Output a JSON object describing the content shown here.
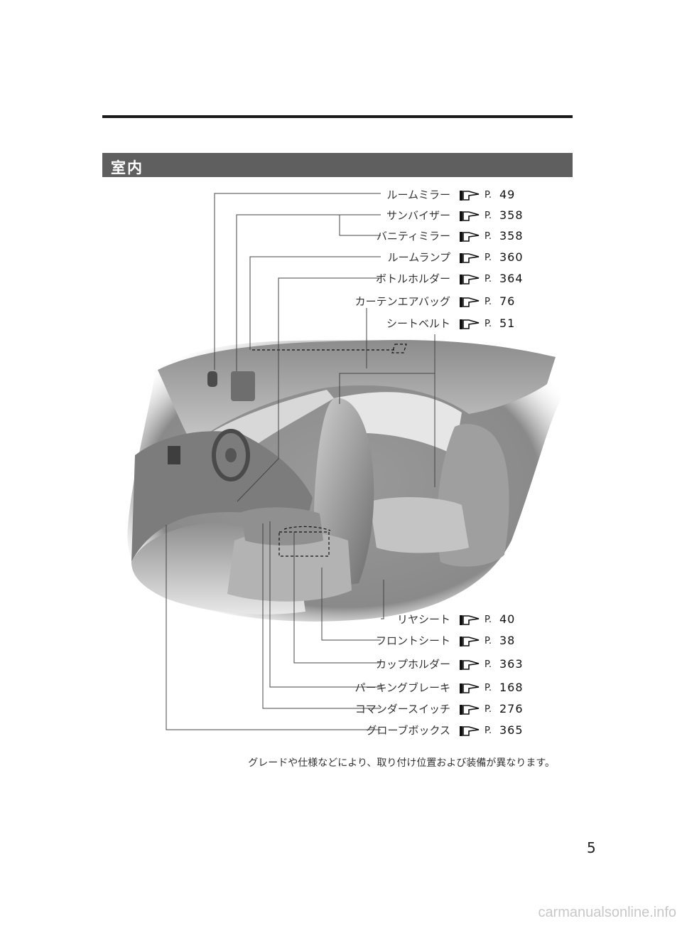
{
  "section": {
    "title": "室内"
  },
  "callouts_top": [
    {
      "label": "ルームミラー",
      "p": "P.",
      "page": "49"
    },
    {
      "label": "サンバイザー",
      "p": "P.",
      "page": "358"
    },
    {
      "label": "バニティミラー",
      "p": "P.",
      "page": "358"
    },
    {
      "label": "ルームランプ",
      "p": "P.",
      "page": "360"
    },
    {
      "label": "ボトルホルダー",
      "p": "P.",
      "page": "364"
    },
    {
      "label": "カーテンエアバッグ",
      "p": "P.",
      "page": "76"
    },
    {
      "label": "シートベルト",
      "p": "P.",
      "page": "51"
    }
  ],
  "callouts_bottom": [
    {
      "label": "リヤシート",
      "p": "P.",
      "page": "40"
    },
    {
      "label": "フロントシート",
      "p": "P.",
      "page": "38"
    },
    {
      "label": "カップホルダー",
      "p": "P.",
      "page": "363"
    },
    {
      "label": "パーキングブレーキ",
      "p": "P.",
      "page": "168"
    },
    {
      "label": "コマンダースイッチ",
      "p": "P.",
      "page": "276"
    },
    {
      "label": "グローブボックス",
      "p": "P.",
      "page": "365"
    }
  ],
  "note": "グレードや仕様などにより、取り付け位置および装備が異なります。",
  "page_number": "5",
  "watermark": "carmanualsonline.info",
  "icon": "pointing-hand-reference-icon",
  "colors": {
    "section_bar": "#5f5f5f",
    "rule": "#1a1a1a"
  }
}
